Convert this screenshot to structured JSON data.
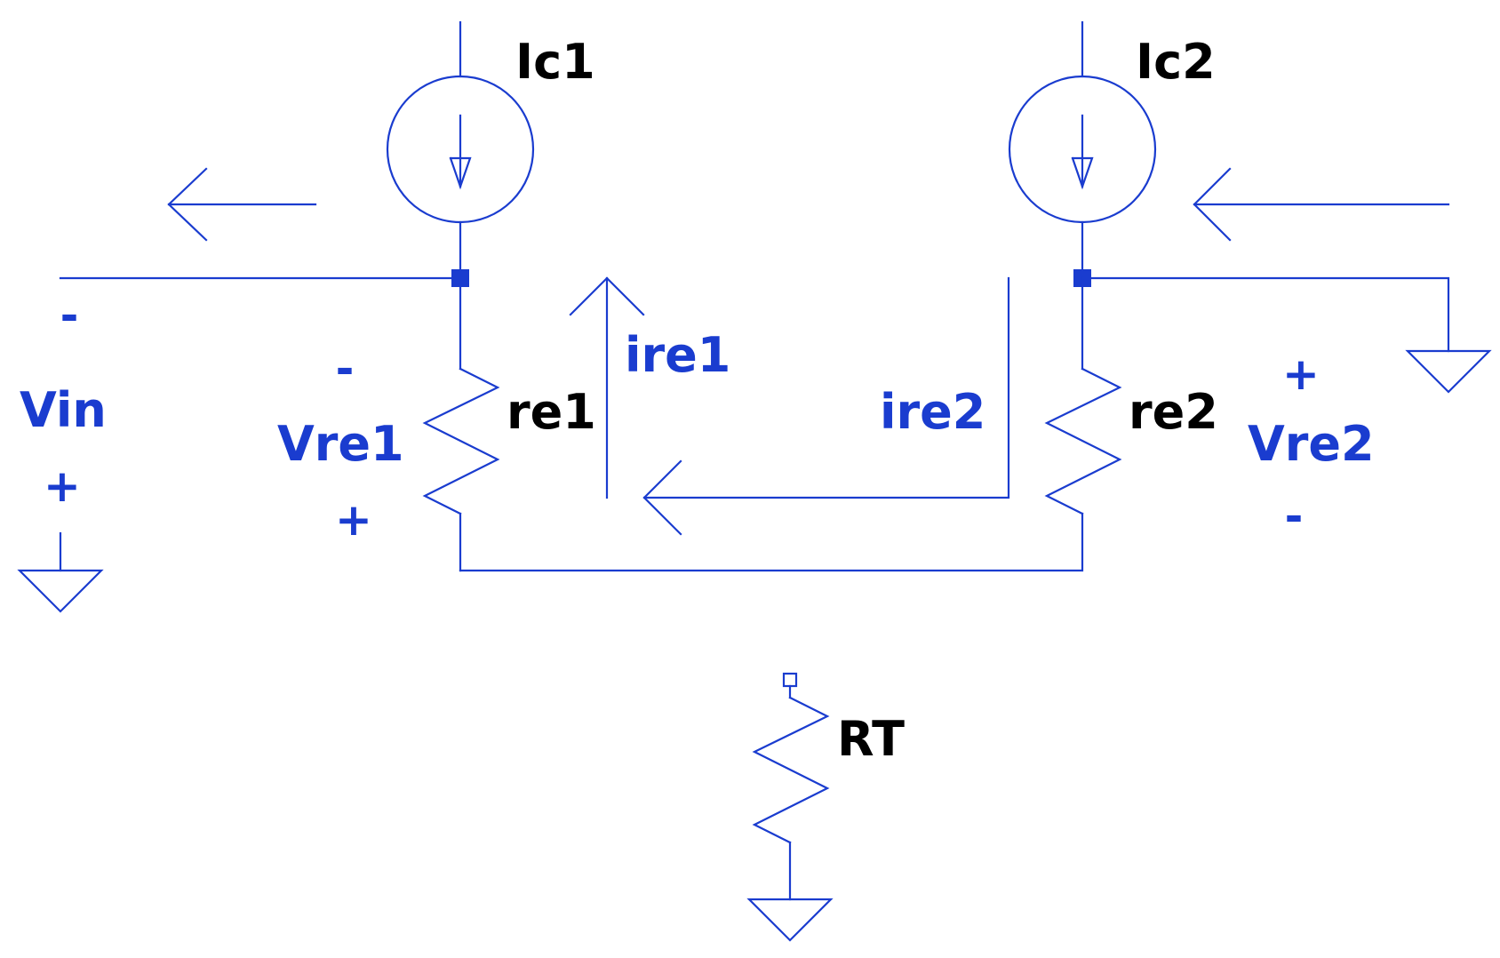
{
  "components": {
    "ic1": "Ic1",
    "ic2": "Ic2",
    "re1": "re1",
    "re2": "re2",
    "rt": "RT"
  },
  "labels": {
    "vin": "Vin",
    "vre1": "Vre1",
    "vre2": "Vre2",
    "ire1": "ire1",
    "ire2": "ire2"
  },
  "signs": {
    "vin_top": "-",
    "vin_bottom": "+",
    "vre1_top": "-",
    "vre1_bottom": "+",
    "vre2_top": "+",
    "vre2_bottom": "-"
  },
  "colors": {
    "wire": "#1a3ccf",
    "component_label": "#000000",
    "net_label": "#1a3ccf"
  }
}
